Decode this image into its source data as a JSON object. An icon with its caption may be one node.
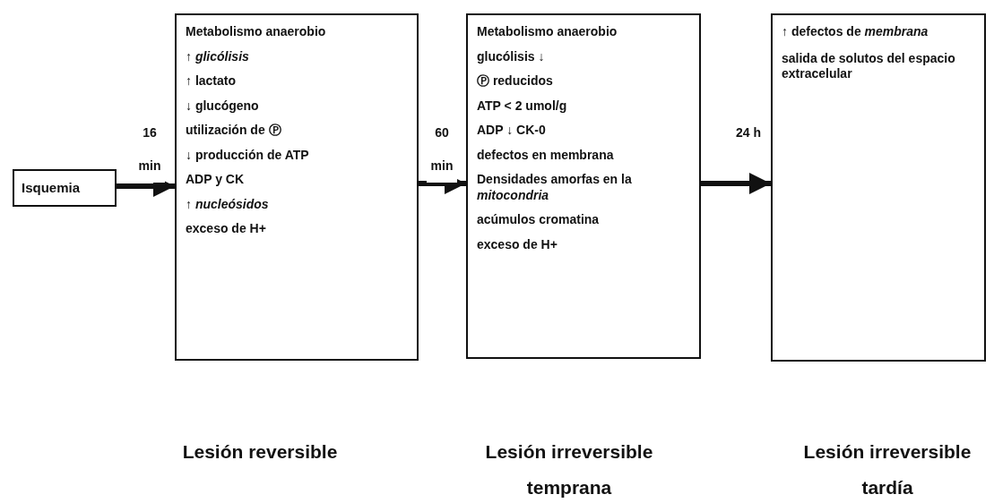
{
  "diagram": {
    "nodes": [
      {
        "text": [
          "Isquemia"
        ]
      },
      {
        "text": [
          "Metabolismo anaerobio",
          "↑ *glicólisis*",
          "↑ lactato",
          "↓ glucógeno",
          "utilización de Ⓟ",
          "↓ producción de ATP",
          "ADP y CK",
          "↑ *nucleósidos*",
          "exceso de H+"
        ]
      },
      {
        "text": [
          "Metabolismo anaerobio",
          "glucólisis ↓",
          "Ⓟ reducidos",
          "ATP < 2 umol/g",
          "ADP ↓ CK-0",
          "defectos en membrana",
          "Densidades amorfas en la *mitocondria*",
          "acúmulos cromatina",
          "exceso de H+"
        ]
      },
      {
        "text": [
          "↑ defectos de *membrana*",
          "salida de solutos del espacio extracelular"
        ]
      }
    ],
    "labels": [
      "Lesión reversible",
      "Lesión irreversible temprana",
      "Lesión irreversible tardía"
    ],
    "edges": [
      {
        "from": 0,
        "to": 1,
        "arrow": "to",
        "label": "16 min"
      },
      {
        "from": 1,
        "to": 2,
        "arrow": "to",
        "label": "60 min"
      },
      {
        "from": 2,
        "to": 3,
        "arrow": "to",
        "label": "24 h"
      }
    ]
  }
}
